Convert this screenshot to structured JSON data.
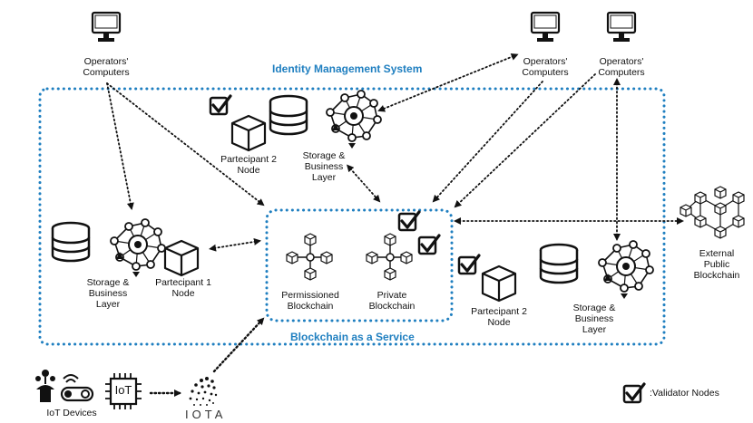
{
  "titles": {
    "top": "Identity Management System",
    "bottom": "Blockchain as a Service"
  },
  "labels": {
    "operators_left": "Operators'\nComputers",
    "operators_mid": "Operators'\nComputers",
    "operators_right": "Operators'\nComputers",
    "participant2_top": "Partecipant 2\nNode",
    "storage_top": "Storage &\nBusiness\nLayer",
    "storage_left": "Storage &\nBusiness\nLayer",
    "participant1": "Partecipant 1\nNode",
    "permissioned": "Permissioned\nBlockchain",
    "private": "Private\nBlockchain",
    "participant2_right": "Partecipant 2\nNode",
    "storage_right": "Storage &\nBusiness\nLayer",
    "external": "External\nPublic\nBlockchain",
    "iot": "IoT Devices",
    "iot_chip": "IoT",
    "iota": "IOTA",
    "legend": ":Validator Nodes"
  },
  "colors": {
    "accent": "#1f7fc0",
    "stroke": "#111111"
  }
}
